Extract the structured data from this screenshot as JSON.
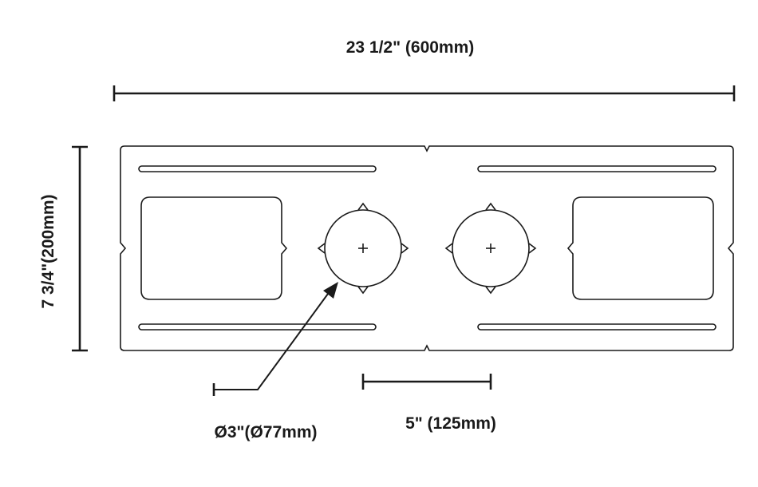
{
  "dimensions": {
    "width_label": "23  1/2\" (600mm)",
    "height_label": "7 3/4\"(200mm)",
    "hole_diameter_label": "Ø3\"(Ø77mm)",
    "hole_spacing_label": "5\" (125mm)"
  },
  "colors": {
    "line": "#1a1a1a",
    "background": "#ffffff"
  }
}
